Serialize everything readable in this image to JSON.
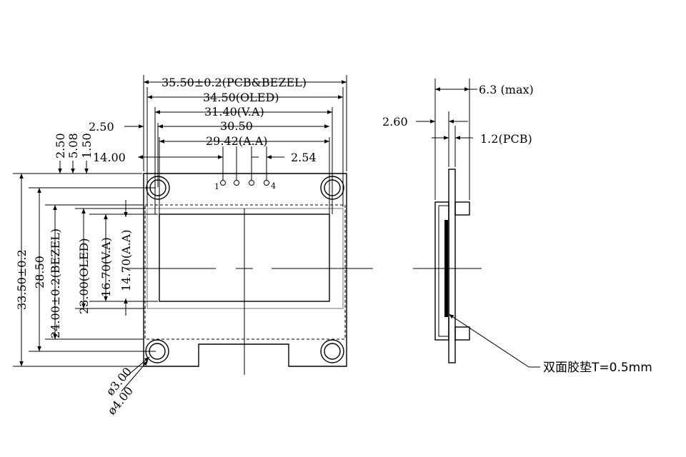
{
  "front_view": {
    "top_dims": {
      "pcb_bezel_width": "35.50±0.2(PCB&BEZEL)",
      "oled_width": "34.50(OLED)",
      "va_width": "31.40(V.A)",
      "hole_spacing_x": "30.50",
      "aa_width": "29.42(A.A)",
      "pin_offset": "14.00",
      "pin_pitch": "2.54",
      "hole_inset_x": "2.50"
    },
    "left_dims_vertical": {
      "hole_inset_y": "2.50",
      "bezel_offset": "5.08",
      "oled_offset": "1.50",
      "pcb_height": "33.50±0.2",
      "hole_spacing_y": "28.50",
      "bezel_height": "24.00±0.2(BEZEL)",
      "oled_height": "23.00(OLED)",
      "va_height": "16.70(V.A)",
      "aa_height": "14.70(A.A)"
    },
    "hole_dims": {
      "inner_dia": "ø3.00",
      "outer_dia": "ø4.00"
    },
    "pin_labels": {
      "first": "1",
      "last": "4"
    }
  },
  "side_view": {
    "max_thickness": "6.3 (max)",
    "offset": "2.60",
    "pcb_thickness": "1.2(PCB)",
    "tape_note": "双面胶垫T=0.5mm"
  }
}
